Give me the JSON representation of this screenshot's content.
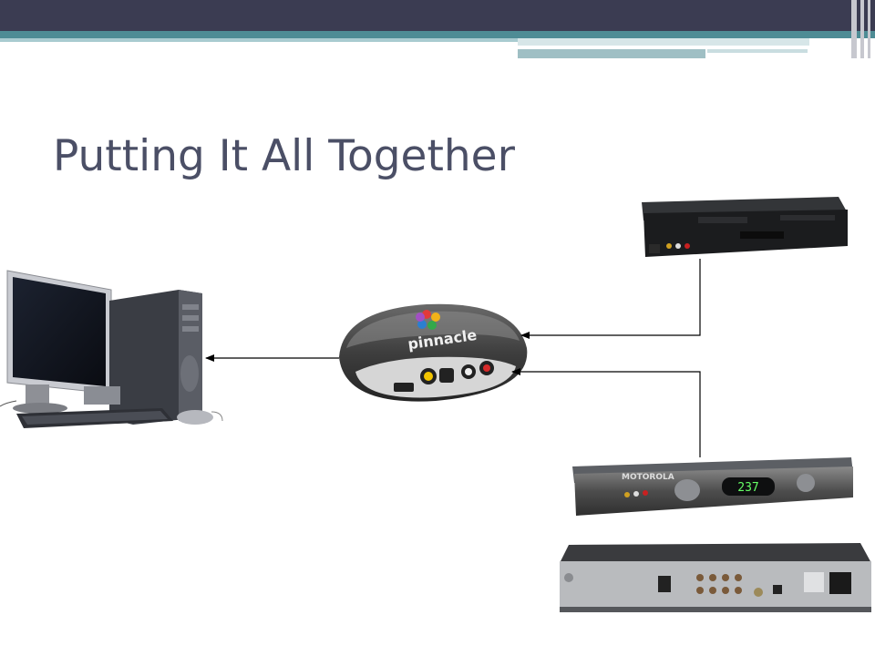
{
  "slide": {
    "title": "Putting It All Together"
  },
  "devices": {
    "capture_brand": "pinnacle",
    "cable_box_brand": "MOTOROLA",
    "cable_box_channel": "237"
  },
  "colors": {
    "topbar": "#3b3c52",
    "accent": "#4e8c95",
    "title_text": "#4b4f66"
  }
}
